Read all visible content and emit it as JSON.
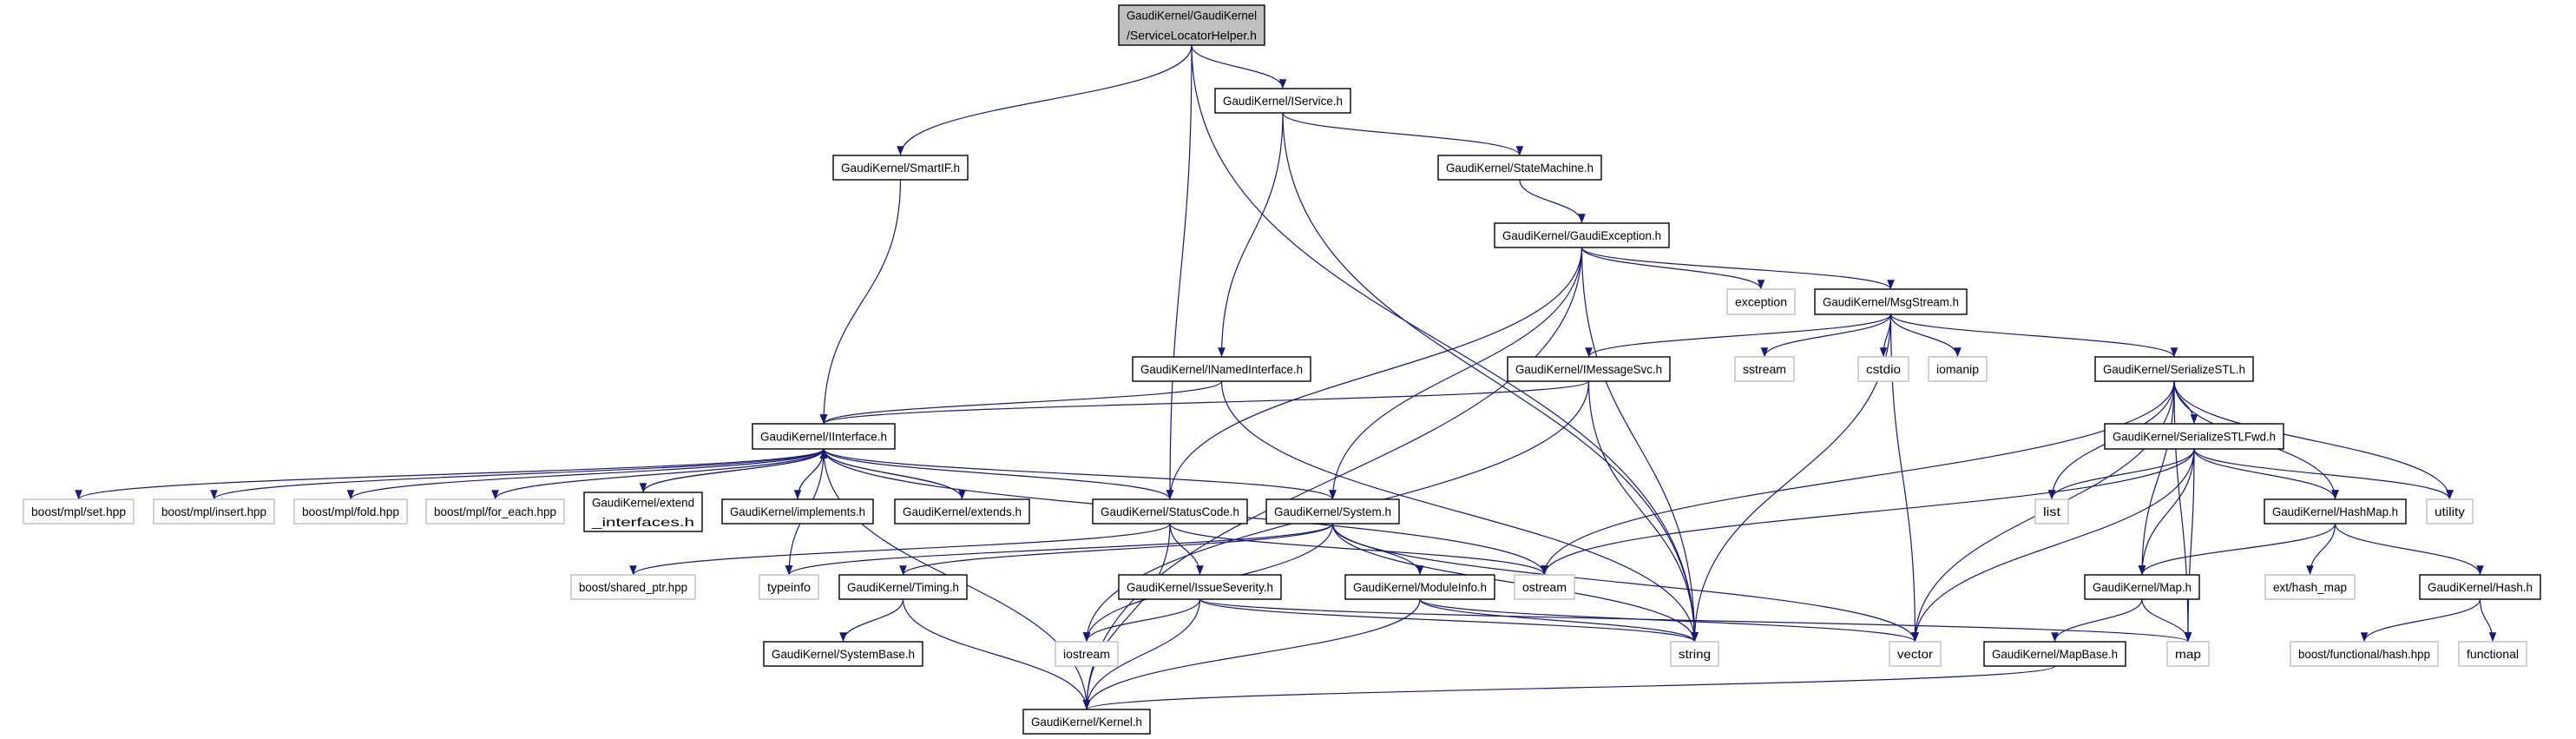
{
  "graph": {
    "edge_color": "#191970",
    "root_fill": "#bfbfbf",
    "external_border": "#bfbfbf",
    "nodes": [
      {
        "id": "slh",
        "lines": [
          "GaudiKernel/GaudiKernel",
          "/ServiceLocatorHelper.h"
        ],
        "kind": "root"
      },
      {
        "id": "iservice",
        "lines": [
          "GaudiKernel/IService.h"
        ],
        "kind": "file"
      },
      {
        "id": "smartif",
        "lines": [
          "GaudiKernel/SmartIF.h"
        ],
        "kind": "file"
      },
      {
        "id": "statemachine",
        "lines": [
          "GaudiKernel/StateMachine.h"
        ],
        "kind": "file"
      },
      {
        "id": "gaudiexception",
        "lines": [
          "GaudiKernel/GaudiException.h"
        ],
        "kind": "file"
      },
      {
        "id": "inamedinterface",
        "lines": [
          "GaudiKernel/INamedInterface.h"
        ],
        "kind": "file"
      },
      {
        "id": "imessagesvc",
        "lines": [
          "GaudiKernel/IMessageSvc.h"
        ],
        "kind": "file"
      },
      {
        "id": "exception",
        "lines": [
          "exception"
        ],
        "kind": "external"
      },
      {
        "id": "msgstream",
        "lines": [
          "GaudiKernel/MsgStream.h"
        ],
        "kind": "file"
      },
      {
        "id": "sstream",
        "lines": [
          "sstream"
        ],
        "kind": "external"
      },
      {
        "id": "cstdio",
        "lines": [
          "cstdio"
        ],
        "kind": "external"
      },
      {
        "id": "iomanip",
        "lines": [
          "iomanip"
        ],
        "kind": "external"
      },
      {
        "id": "serializestl",
        "lines": [
          "GaudiKernel/SerializeSTL.h"
        ],
        "kind": "file"
      },
      {
        "id": "serializestlfwd",
        "lines": [
          "GaudiKernel/SerializeSTLFwd.h"
        ],
        "kind": "file"
      },
      {
        "id": "list",
        "lines": [
          "list"
        ],
        "kind": "external"
      },
      {
        "id": "hashmap",
        "lines": [
          "GaudiKernel/HashMap.h"
        ],
        "kind": "file"
      },
      {
        "id": "utility",
        "lines": [
          "utility"
        ],
        "kind": "external"
      },
      {
        "id": "map_h",
        "lines": [
          "GaudiKernel/Map.h"
        ],
        "kind": "file"
      },
      {
        "id": "ext_hash_map",
        "lines": [
          "ext/hash_map"
        ],
        "kind": "external"
      },
      {
        "id": "hash_h",
        "lines": [
          "GaudiKernel/Hash.h"
        ],
        "kind": "file"
      },
      {
        "id": "vector",
        "lines": [
          "vector"
        ],
        "kind": "external"
      },
      {
        "id": "mapbase",
        "lines": [
          "GaudiKernel/MapBase.h"
        ],
        "kind": "file"
      },
      {
        "id": "map",
        "lines": [
          "map"
        ],
        "kind": "external"
      },
      {
        "id": "boost_hash",
        "lines": [
          "boost/functional/hash.hpp"
        ],
        "kind": "external"
      },
      {
        "id": "functional",
        "lines": [
          "functional"
        ],
        "kind": "external"
      },
      {
        "id": "iinterface",
        "lines": [
          "GaudiKernel/IInterface.h"
        ],
        "kind": "file"
      },
      {
        "id": "mpl_set",
        "lines": [
          "boost/mpl/set.hpp"
        ],
        "kind": "external"
      },
      {
        "id": "mpl_insert",
        "lines": [
          "boost/mpl/insert.hpp"
        ],
        "kind": "external"
      },
      {
        "id": "mpl_fold",
        "lines": [
          "boost/mpl/fold.hpp"
        ],
        "kind": "external"
      },
      {
        "id": "mpl_for_each",
        "lines": [
          "boost/mpl/for_each.hpp"
        ],
        "kind": "external"
      },
      {
        "id": "extend_interfaces",
        "lines": [
          "GaudiKernel/extend",
          "_interfaces.h"
        ],
        "kind": "file"
      },
      {
        "id": "implements",
        "lines": [
          "GaudiKernel/implements.h"
        ],
        "kind": "file"
      },
      {
        "id": "extends",
        "lines": [
          "GaudiKernel/extends.h"
        ],
        "kind": "file"
      },
      {
        "id": "statuscode",
        "lines": [
          "GaudiKernel/StatusCode.h"
        ],
        "kind": "file"
      },
      {
        "id": "system",
        "lines": [
          "GaudiKernel/System.h"
        ],
        "kind": "file"
      },
      {
        "id": "shared_ptr",
        "lines": [
          "boost/shared_ptr.hpp"
        ],
        "kind": "external"
      },
      {
        "id": "typeinfo",
        "lines": [
          "typeinfo"
        ],
        "kind": "external"
      },
      {
        "id": "timing",
        "lines": [
          "GaudiKernel/Timing.h"
        ],
        "kind": "file"
      },
      {
        "id": "issueseverity",
        "lines": [
          "GaudiKernel/IssueSeverity.h"
        ],
        "kind": "file"
      },
      {
        "id": "moduleinfo",
        "lines": [
          "GaudiKernel/ModuleInfo.h"
        ],
        "kind": "file"
      },
      {
        "id": "ostream",
        "lines": [
          "ostream"
        ],
        "kind": "external"
      },
      {
        "id": "systembase",
        "lines": [
          "GaudiKernel/SystemBase.h"
        ],
        "kind": "file"
      },
      {
        "id": "iostream",
        "lines": [
          "iostream"
        ],
        "kind": "external"
      },
      {
        "id": "string",
        "lines": [
          "string"
        ],
        "kind": "external"
      },
      {
        "id": "kernel",
        "lines": [
          "GaudiKernel/Kernel.h"
        ],
        "kind": "file"
      }
    ],
    "edges": [
      [
        "slh",
        "iservice"
      ],
      [
        "slh",
        "smartif"
      ],
      [
        "slh",
        "statuscode"
      ],
      [
        "slh",
        "string"
      ],
      [
        "iservice",
        "inamedinterface"
      ],
      [
        "iservice",
        "statemachine"
      ],
      [
        "iservice",
        "string"
      ],
      [
        "smartif",
        "iinterface"
      ],
      [
        "statemachine",
        "gaudiexception"
      ],
      [
        "gaudiexception",
        "exception"
      ],
      [
        "gaudiexception",
        "msgstream"
      ],
      [
        "gaudiexception",
        "statuscode"
      ],
      [
        "gaudiexception",
        "system"
      ],
      [
        "gaudiexception",
        "string"
      ],
      [
        "gaudiexception",
        "kernel"
      ],
      [
        "msgstream",
        "imessagesvc"
      ],
      [
        "msgstream",
        "sstream"
      ],
      [
        "msgstream",
        "cstdio"
      ],
      [
        "msgstream",
        "iomanip"
      ],
      [
        "msgstream",
        "serializestl"
      ],
      [
        "msgstream",
        "string"
      ],
      [
        "msgstream",
        "vector"
      ],
      [
        "imessagesvc",
        "iinterface"
      ],
      [
        "imessagesvc",
        "string"
      ],
      [
        "imessagesvc",
        "iostream"
      ],
      [
        "inamedinterface",
        "iinterface"
      ],
      [
        "inamedinterface",
        "string"
      ],
      [
        "iinterface",
        "mpl_set"
      ],
      [
        "iinterface",
        "mpl_insert"
      ],
      [
        "iinterface",
        "mpl_fold"
      ],
      [
        "iinterface",
        "mpl_for_each"
      ],
      [
        "iinterface",
        "extend_interfaces"
      ],
      [
        "iinterface",
        "implements"
      ],
      [
        "iinterface",
        "extends"
      ],
      [
        "iinterface",
        "statuscode"
      ],
      [
        "iinterface",
        "system"
      ],
      [
        "iinterface",
        "ostream"
      ],
      [
        "iinterface",
        "typeinfo"
      ],
      [
        "iinterface",
        "kernel"
      ],
      [
        "extend_interfaces",
        "iinterface"
      ],
      [
        "implements",
        "iinterface"
      ],
      [
        "extends",
        "iinterface"
      ],
      [
        "statuscode",
        "shared_ptr"
      ],
      [
        "statuscode",
        "issueseverity"
      ],
      [
        "statuscode",
        "ostream"
      ],
      [
        "statuscode",
        "kernel"
      ],
      [
        "system",
        "typeinfo"
      ],
      [
        "system",
        "timing"
      ],
      [
        "system",
        "moduleinfo"
      ],
      [
        "system",
        "string"
      ],
      [
        "system",
        "vector"
      ],
      [
        "system",
        "iostream"
      ],
      [
        "timing",
        "systembase"
      ],
      [
        "timing",
        "kernel"
      ],
      [
        "issueseverity",
        "iostream"
      ],
      [
        "issueseverity",
        "kernel"
      ],
      [
        "issueseverity",
        "string"
      ],
      [
        "issueseverity",
        "map"
      ],
      [
        "moduleinfo",
        "string"
      ],
      [
        "moduleinfo",
        "vector"
      ],
      [
        "moduleinfo",
        "kernel"
      ],
      [
        "serializestl",
        "serializestlfwd"
      ],
      [
        "serializestl",
        "list"
      ],
      [
        "serializestl",
        "hashmap"
      ],
      [
        "serializestl",
        "utility"
      ],
      [
        "serializestl",
        "map_h"
      ],
      [
        "serializestl",
        "vector"
      ],
      [
        "serializestl",
        "ostream"
      ],
      [
        "serializestl",
        "map"
      ],
      [
        "serializestlfwd",
        "list"
      ],
      [
        "serializestlfwd",
        "hashmap"
      ],
      [
        "serializestlfwd",
        "utility"
      ],
      [
        "serializestlfwd",
        "map_h"
      ],
      [
        "serializestlfwd",
        "map"
      ],
      [
        "serializestlfwd",
        "vector"
      ],
      [
        "serializestlfwd",
        "ostream"
      ],
      [
        "hashmap",
        "map_h"
      ],
      [
        "hashmap",
        "ext_hash_map"
      ],
      [
        "hashmap",
        "hash_h"
      ],
      [
        "map_h",
        "mapbase"
      ],
      [
        "map_h",
        "map"
      ],
      [
        "mapbase",
        "kernel"
      ],
      [
        "hash_h",
        "boost_hash"
      ],
      [
        "hash_h",
        "functional"
      ]
    ]
  }
}
